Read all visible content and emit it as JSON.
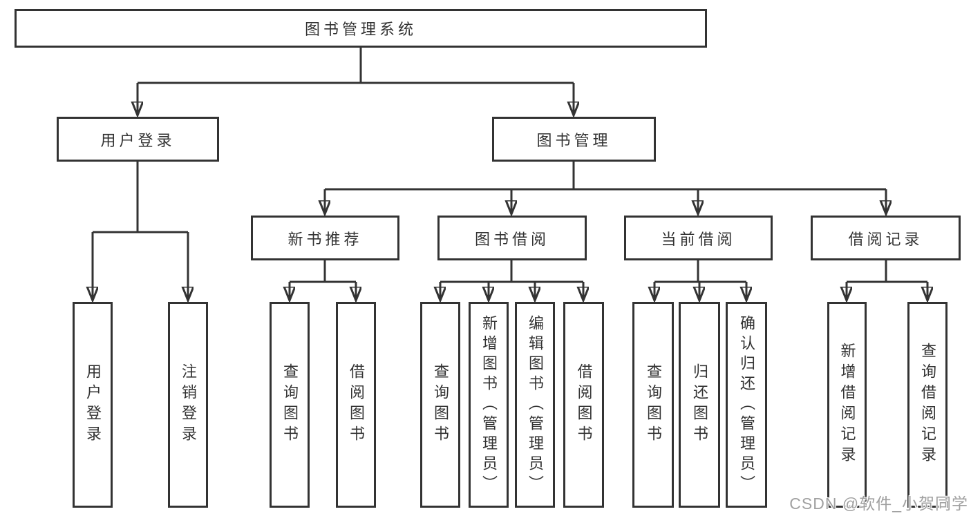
{
  "diagram_title": "图书管理系统",
  "colors": {
    "line": "#333333",
    "box_border": "#333333",
    "text": "#333333",
    "background": "#ffffff",
    "watermark_text": "#a0a0a0"
  },
  "tree": {
    "root": {
      "label": "图书管理系统"
    },
    "branches": [
      {
        "label": "用户登录",
        "children": [
          {
            "label": "用户登录"
          },
          {
            "label": "注销登录"
          }
        ]
      },
      {
        "label": "图书管理",
        "children": [
          {
            "label": "新书推荐",
            "children": [
              {
                "label": "查询图书"
              },
              {
                "label": "借阅图书"
              }
            ]
          },
          {
            "label": "图书借阅",
            "children": [
              {
                "label": "查询图书"
              },
              {
                "label": "新增图书（管理员）"
              },
              {
                "label": "编辑图书（管理员）"
              },
              {
                "label": "借阅图书"
              }
            ]
          },
          {
            "label": "当前借阅",
            "children": [
              {
                "label": "查询图书"
              },
              {
                "label": "归还图书"
              },
              {
                "label": "确认归还（管理员）"
              }
            ]
          },
          {
            "label": "借阅记录",
            "children": [
              {
                "label": "新增借阅记录"
              },
              {
                "label": "查询借阅记录"
              }
            ]
          }
        ]
      }
    ]
  },
  "watermark": {
    "text": "CSDN @软件_小贺同学"
  }
}
